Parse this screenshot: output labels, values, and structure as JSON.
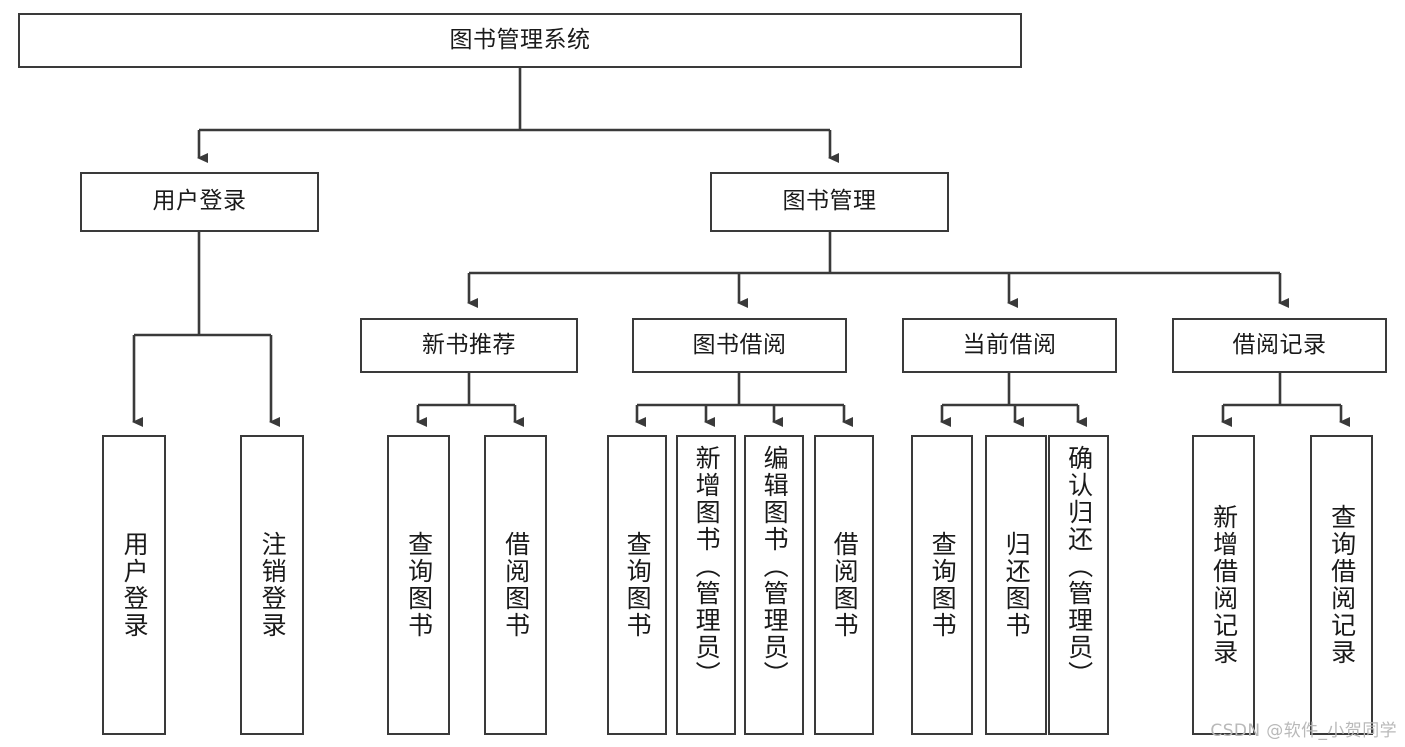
{
  "diagram": {
    "title": "图书管理系统",
    "type": "tree-hierarchy",
    "background_color": "#ffffff",
    "line_color": "#3a3a3a",
    "text_color": "#1a1a1a",
    "root": {
      "id": "root",
      "label": "图书管理系统"
    },
    "level1": [
      {
        "id": "user-login",
        "label": "用户登录"
      },
      {
        "id": "book-management",
        "label": "图书管理"
      }
    ],
    "level2": [
      {
        "id": "new-book-recommend",
        "label": "新书推荐",
        "parent": "book-management"
      },
      {
        "id": "book-borrow",
        "label": "图书借阅",
        "parent": "book-management"
      },
      {
        "id": "current-borrow",
        "label": "当前借阅",
        "parent": "book-management"
      },
      {
        "id": "borrow-record",
        "label": "借阅记录",
        "parent": "book-management"
      }
    ],
    "leaves": {
      "user_login": [
        {
          "id": "leaf-user-login",
          "label": "用户登录"
        },
        {
          "id": "leaf-user-logout",
          "label": "注销登录"
        }
      ],
      "new_book_recommend": [
        {
          "id": "leaf-query-book-1",
          "label": "查询图书"
        },
        {
          "id": "leaf-borrow-book-1",
          "label": "借阅图书"
        }
      ],
      "book_borrow": [
        {
          "id": "leaf-query-book-2",
          "label": "查询图书"
        },
        {
          "id": "leaf-add-book",
          "label": "新增图书（管理员）"
        },
        {
          "id": "leaf-edit-book",
          "label": "编辑图书（管理员）"
        },
        {
          "id": "leaf-borrow-book-2",
          "label": "借阅图书"
        }
      ],
      "current_borrow": [
        {
          "id": "leaf-query-book-3",
          "label": "查询图书"
        },
        {
          "id": "leaf-return-book",
          "label": "归还图书"
        },
        {
          "id": "leaf-confirm-return",
          "label": "确认归还（管理员）"
        }
      ],
      "borrow_record": [
        {
          "id": "leaf-add-record",
          "label": "新增借阅记录"
        },
        {
          "id": "leaf-query-record",
          "label": "查询借阅记录"
        }
      ]
    }
  },
  "watermark": {
    "text": "CSDN @软件_小贺同学"
  }
}
